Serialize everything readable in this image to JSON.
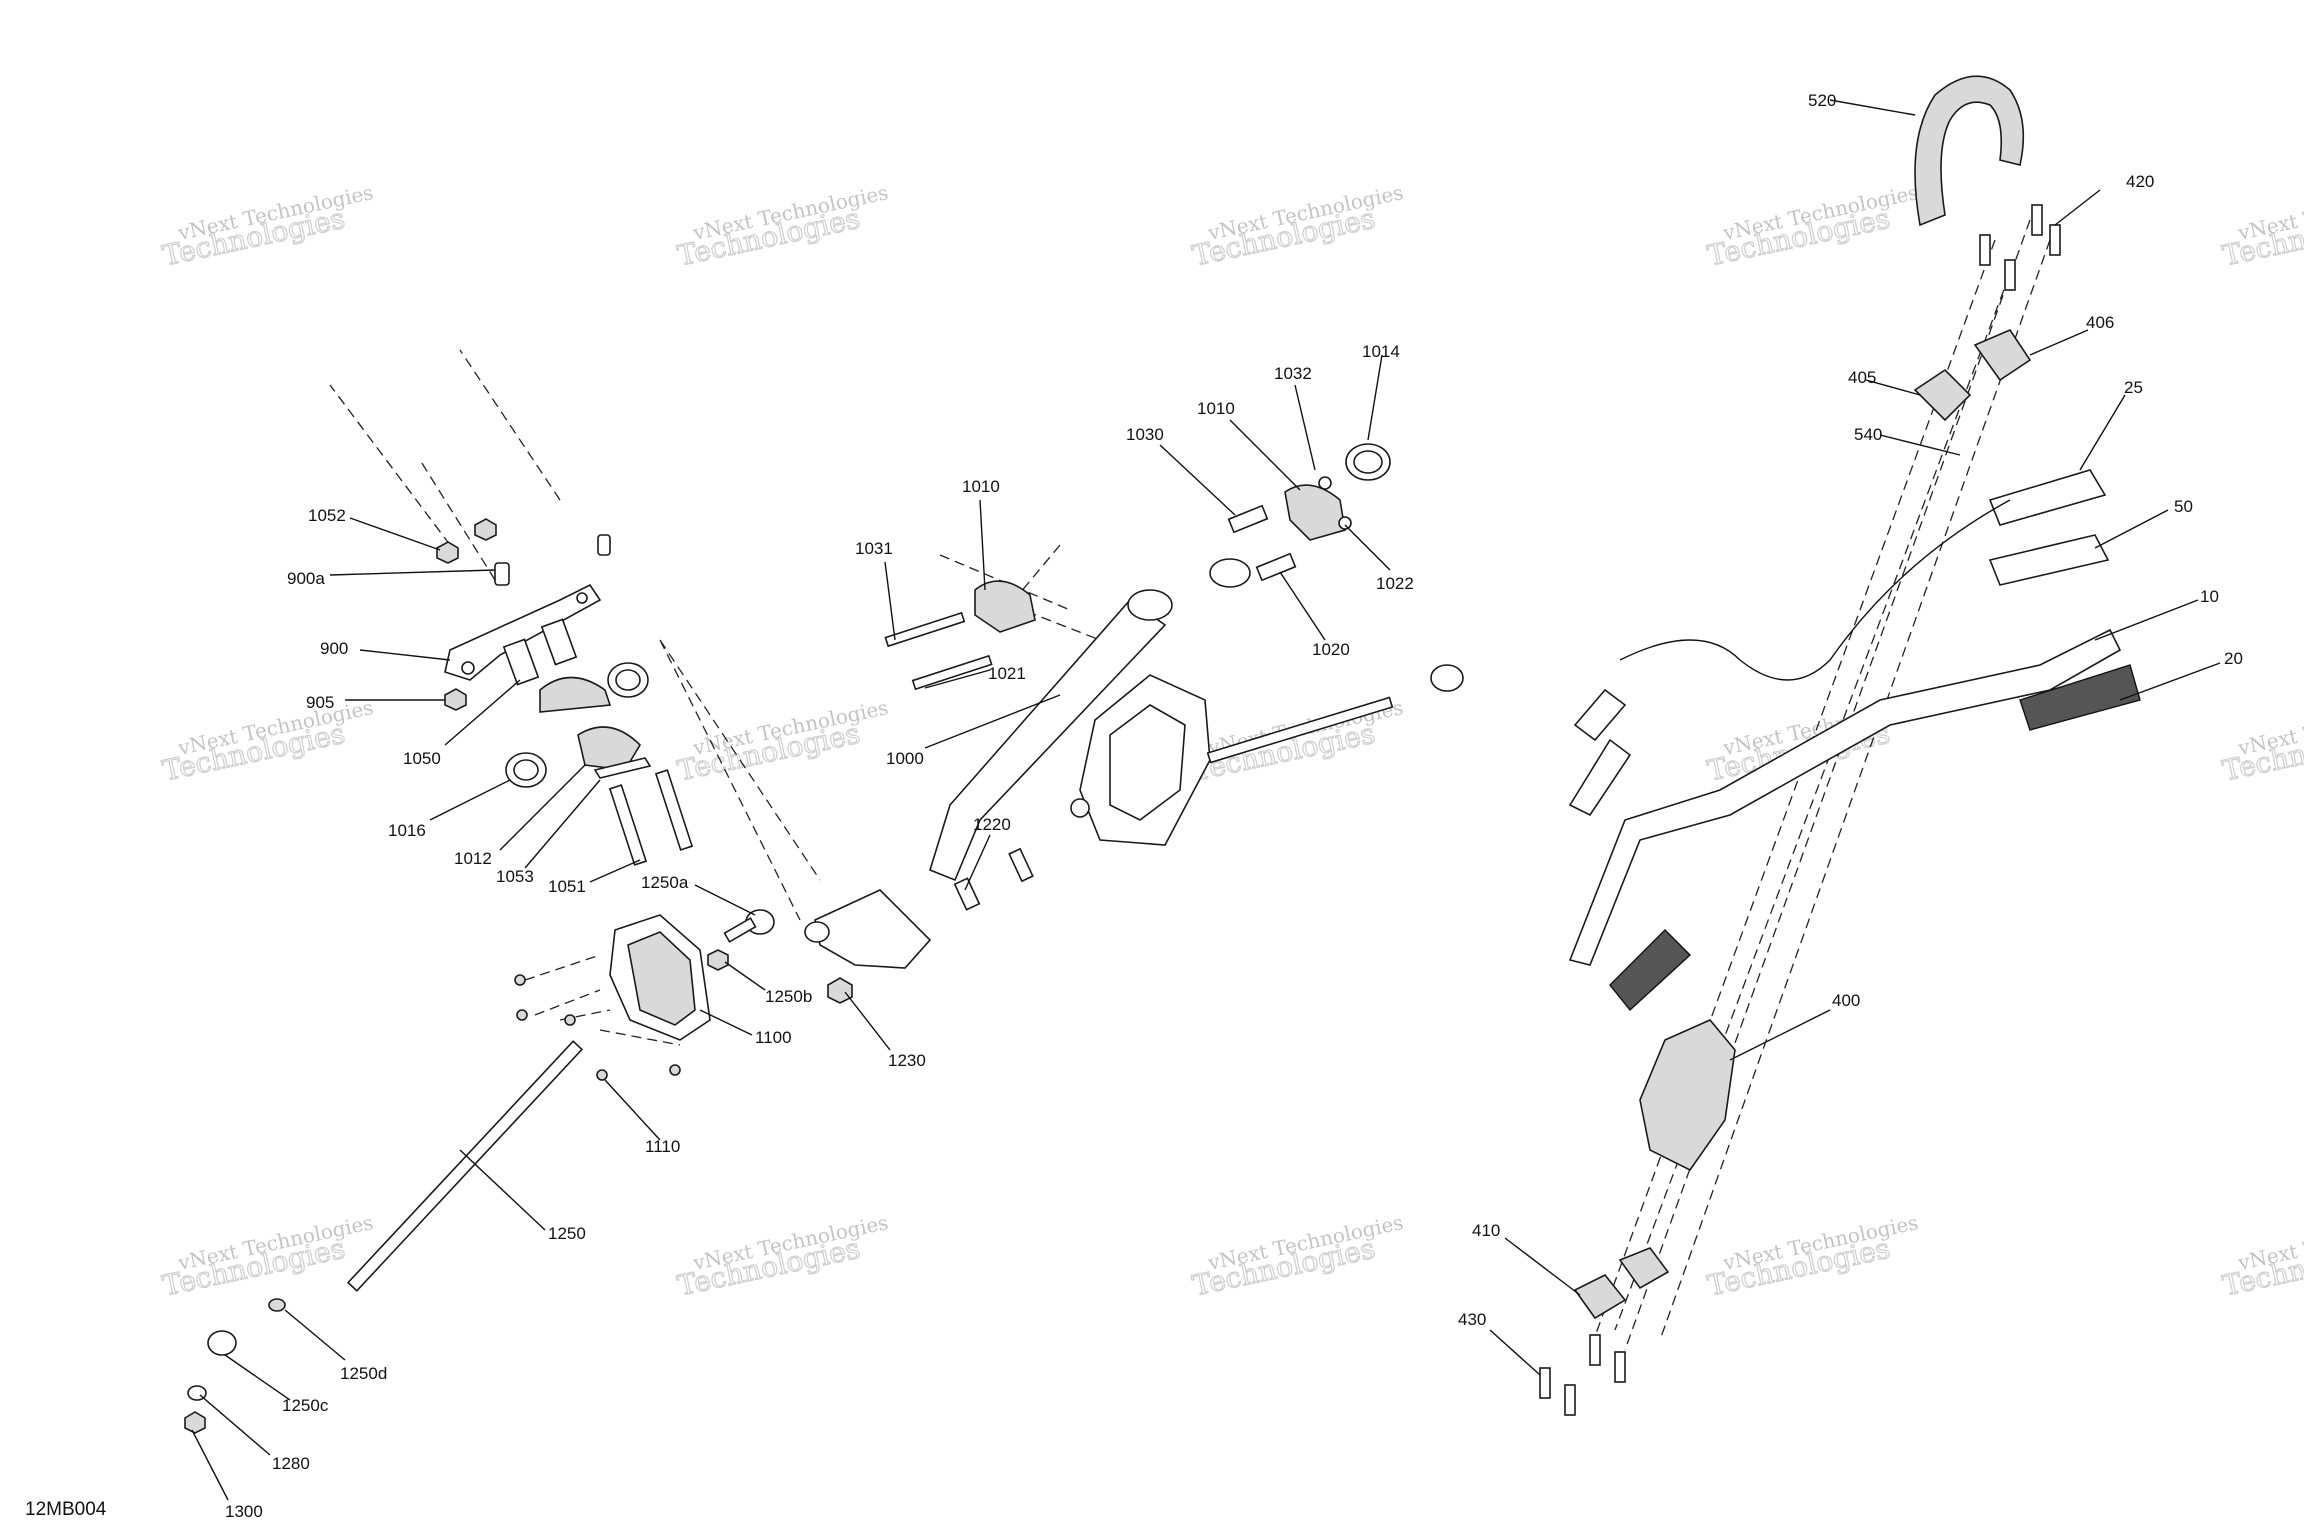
{
  "figure_code": "12MB004",
  "watermark": {
    "line1": "vNext Technologies",
    "line2": "Technologies",
    "overlay": "vNext"
  },
  "callouts": {
    "c10": "10",
    "c20": "20",
    "c25": "25",
    "c50": "50",
    "c400": "400",
    "c405": "405",
    "c406": "406",
    "c410": "410",
    "c420": "420",
    "c430": "430",
    "c520": "520",
    "c540": "540",
    "c900": "900",
    "c900a": "900a",
    "c905": "905",
    "c1000": "1000",
    "c1010a": "1010",
    "c1010b": "1010",
    "c1012": "1012",
    "c1014": "1014",
    "c1016": "1016",
    "c1020": "1020",
    "c1021": "1021",
    "c1022": "1022",
    "c1030": "1030",
    "c1031": "1031",
    "c1032": "1032",
    "c1050": "1050",
    "c1051": "1051",
    "c1052": "1052",
    "c1053": "1053",
    "c1100": "1100",
    "c1110": "1110",
    "c1220": "1220",
    "c1230": "1230",
    "c1250": "1250",
    "c1250a": "1250a",
    "c1250b": "1250b",
    "c1250c": "1250c",
    "c1250d": "1250d",
    "c1280": "1280",
    "c1300": "1300"
  }
}
